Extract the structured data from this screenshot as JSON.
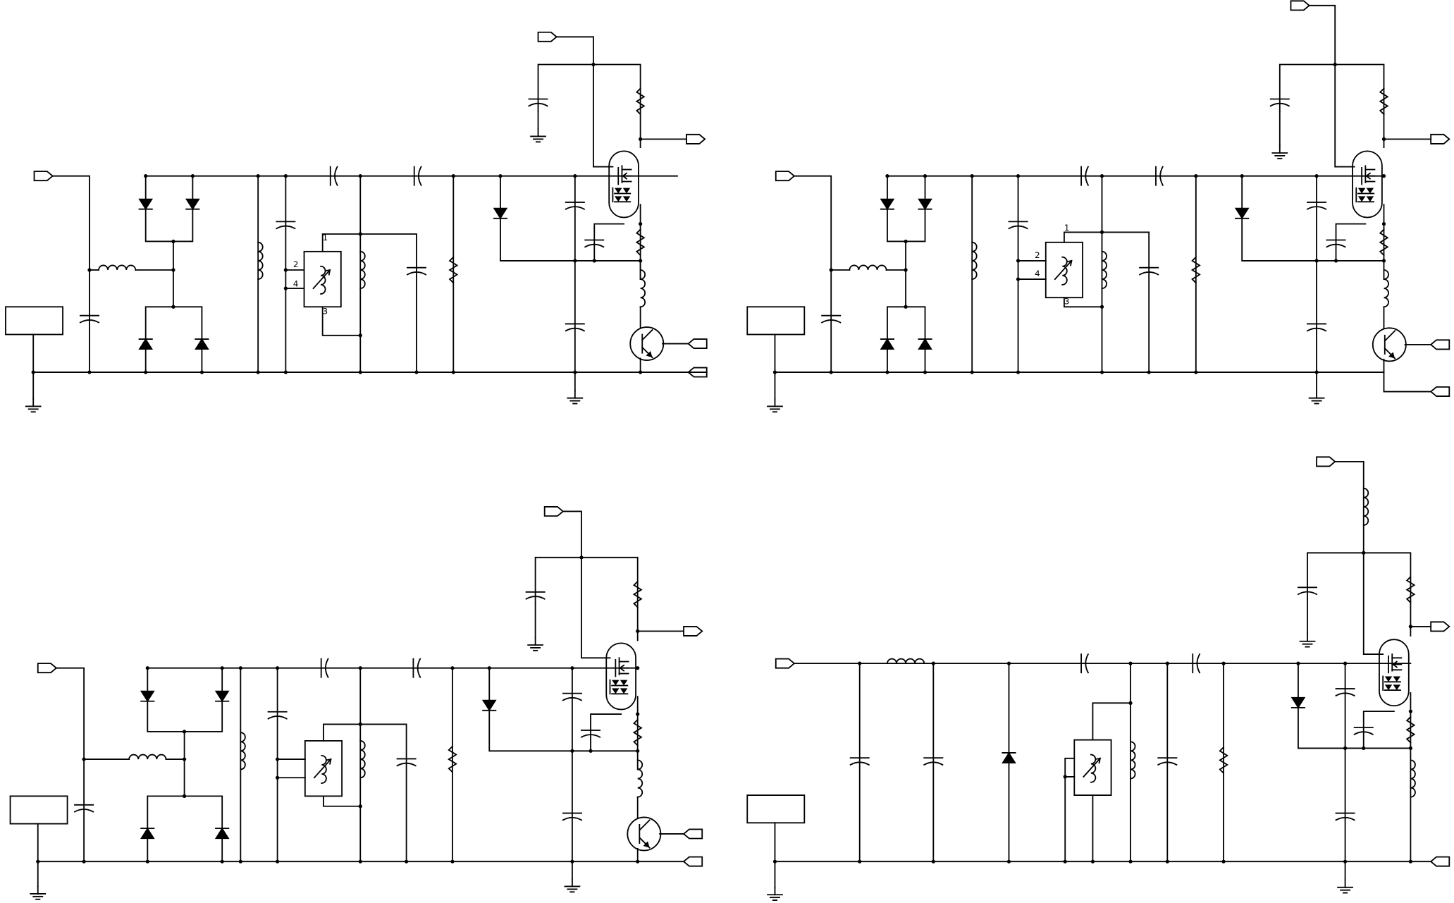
{
  "pin_labels": {
    "q1_transformer": [
      "2",
      "4",
      "1",
      "3"
    ],
    "q2_transformer": [
      "1",
      "2",
      "4",
      "3"
    ]
  }
}
